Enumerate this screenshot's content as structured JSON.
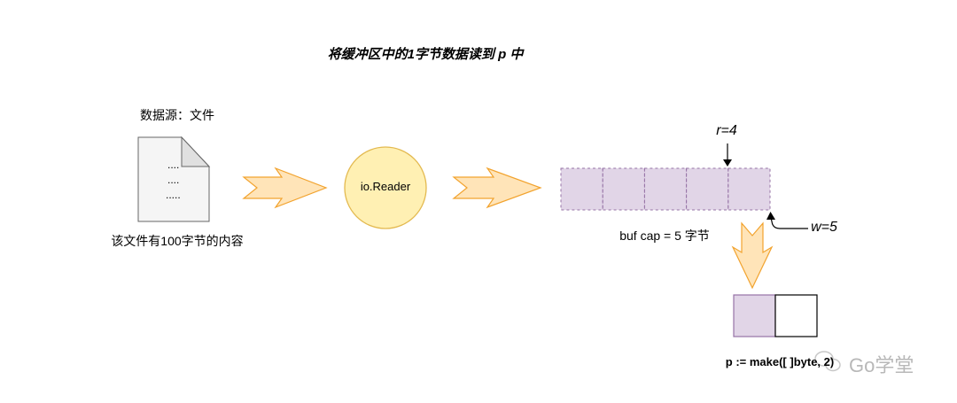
{
  "title": "将缓冲区中的1字节数据读到 p 中",
  "source": {
    "label": "数据源：文件",
    "file_lines": [
      "....",
      "....",
      "....."
    ],
    "caption": "该文件有100字节的内容"
  },
  "reader": {
    "label": "io.Reader"
  },
  "buffer": {
    "cells": 5,
    "label": "buf cap = 5 字节",
    "r_label": "r=4",
    "w_label": "w=5"
  },
  "p": {
    "label": "p := make([ ]byte, 2)",
    "cells": 2,
    "filled": 1
  },
  "watermark": "Go学堂",
  "colors": {
    "arrow_fill": "#FFE4B8",
    "arrow_stroke": "#F2A32E",
    "reader_fill": "#FFF0B3",
    "reader_stroke": "#E3B94F",
    "buffer_fill": "#E1D5E7",
    "buffer_stroke": "#9673A6",
    "file_fill": "#F5F5F5",
    "file_stroke": "#666666"
  }
}
